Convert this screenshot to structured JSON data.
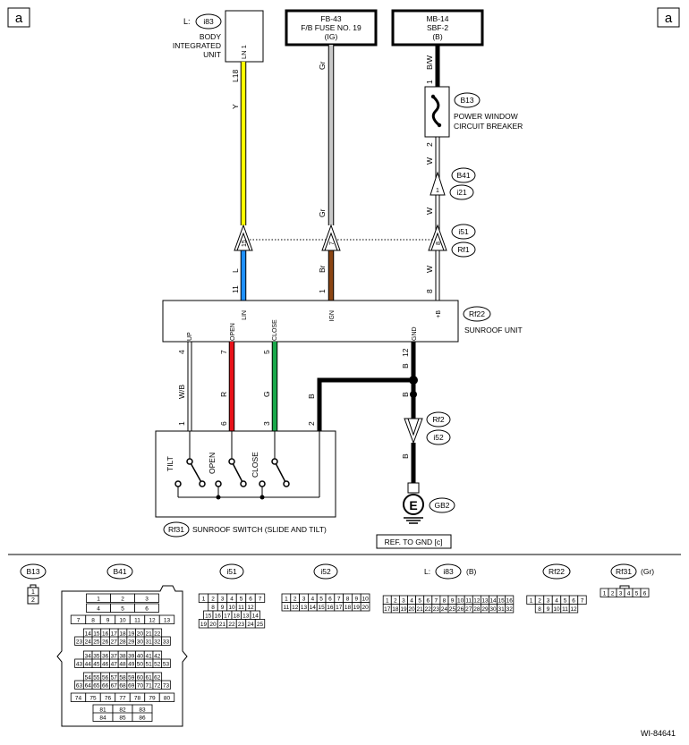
{
  "corner_label": "a",
  "top_boxes": {
    "i83_prefix": "L:",
    "i83_id": "i83",
    "body_unit": [
      "BODY",
      "INTEGRATED",
      "UNIT"
    ],
    "ln1": "LN 1",
    "fb43": [
      "FB-43",
      "F/B FUSE NO. 19",
      "(IG)"
    ],
    "mb14": [
      "MB-14",
      "SBF-2",
      "(B)"
    ]
  },
  "wires": {
    "yellow": {
      "pin_top": "L18",
      "color": "Y",
      "pin_bottom": "15",
      "lower_color": "L",
      "lower_pin": "11",
      "terminal": "LIN"
    },
    "gray": {
      "top_color": "Gr",
      "mid_color": "Gr",
      "pin": "7",
      "lower_color": "Br",
      "lower_pin": "1",
      "terminal": "IGN"
    },
    "breaker_side": {
      "top_pin": "1",
      "top_color": "B/W",
      "pin2": "2",
      "w1": "W",
      "conn_pin": "1",
      "w2": "W",
      "pin8": "8",
      "w3": "W",
      "lower_pin": "8",
      "terminal": "+B"
    }
  },
  "components": {
    "b13": "B13",
    "breaker_label": [
      "POWER WINDOW",
      "CIRCUIT BREAKER"
    ],
    "b41": "B41",
    "i21": "i21",
    "i51": "i51",
    "rf1": "Rf1",
    "rf22": "Rf22",
    "sunroof_unit": "SUNROOF UNIT",
    "rf2": "Rf2",
    "i52": "i52",
    "gb2": "GB2",
    "ground_symbol": "E",
    "ref_gnd": "REF. TO GND [c]",
    "rf31": "Rf31",
    "switch_label": "SUNROOF SWITCH (SLIDE AND TILT)"
  },
  "unit_terminals": {
    "up": "UP",
    "open": "OPEN",
    "close": "CLOSE",
    "gnd": "GND"
  },
  "lower_wires": {
    "up": {
      "pin_top": "4",
      "color": "W/B",
      "pin_bottom": "1"
    },
    "open": {
      "pin_top": "7",
      "color": "R",
      "pin_bottom": "6"
    },
    "close": {
      "pin_top": "5",
      "color": "G",
      "pin_bottom": "3"
    },
    "gnd": {
      "pin_top": "12",
      "color_top": "B",
      "color_branch": "B",
      "pin_bottom": "2",
      "color_gnd": "B"
    }
  },
  "switch_contacts": {
    "tilt": "TILT",
    "open": "OPEN",
    "close": "CLOSE"
  },
  "connectors": {
    "b13": {
      "label": "B13",
      "pins": [
        "1",
        "2"
      ]
    },
    "b41": {
      "label": "B41",
      "rows": [
        [
          "1",
          "2",
          "3"
        ],
        [
          "4",
          "5",
          "6"
        ],
        [
          "7",
          "8",
          "9",
          "10",
          "11",
          "12",
          "13"
        ],
        [
          "14",
          "15",
          "16",
          "17",
          "18",
          "19",
          "20",
          "21",
          "22"
        ],
        [
          "23",
          "24",
          "25",
          "26",
          "27",
          "28",
          "29",
          "30",
          "31",
          "32",
          "33"
        ],
        [
          "34",
          "35",
          "36",
          "37",
          "38",
          "39",
          "40",
          "41",
          "42"
        ],
        [
          "43",
          "44",
          "45",
          "46",
          "47",
          "48",
          "49",
          "50",
          "51",
          "52",
          "53"
        ],
        [
          "54",
          "55",
          "56",
          "57",
          "58",
          "59",
          "60",
          "61",
          "62"
        ],
        [
          "63",
          "64",
          "65",
          "66",
          "67",
          "68",
          "69",
          "70",
          "71",
          "72",
          "73"
        ],
        [
          "74",
          "75",
          "76",
          "77",
          "78",
          "79",
          "80"
        ],
        [
          "81",
          "82",
          "83"
        ],
        [
          "84",
          "85",
          "86"
        ]
      ]
    },
    "i51": {
      "label": "i51",
      "rows": [
        [
          "1",
          "2",
          "3",
          "4",
          "5",
          "6",
          "7"
        ],
        [
          "8",
          "9",
          "10",
          "11",
          "12"
        ],
        [
          "15",
          "16",
          "17",
          "18",
          "13",
          "14"
        ],
        [
          "19",
          "20",
          "21",
          "22",
          "23",
          "24",
          "25"
        ]
      ]
    },
    "i52": {
      "label": "i52",
      "rows": [
        [
          "1",
          "2",
          "3",
          "4",
          "5",
          "6",
          "7",
          "8",
          "9",
          "10"
        ],
        [
          "11",
          "12",
          "13",
          "14",
          "15",
          "16",
          "17",
          "18",
          "19",
          "20"
        ]
      ]
    },
    "i83": {
      "prefix": "L:",
      "label": "i83",
      "suffix": "(B)",
      "rows": [
        [
          "1",
          "2",
          "3",
          "4",
          "5",
          "6",
          "7",
          "8",
          "9",
          "10",
          "11",
          "12",
          "13",
          "14",
          "15",
          "16"
        ],
        [
          "17",
          "18",
          "19",
          "20",
          "21",
          "22",
          "23",
          "24",
          "25",
          "26",
          "27",
          "28",
          "29",
          "30",
          "31",
          "32"
        ]
      ]
    },
    "rf22": {
      "label": "Rf22",
      "rows": [
        [
          "1",
          "2",
          "3",
          "4",
          "5",
          "6",
          "7"
        ],
        [
          "8",
          "9",
          "10",
          "11",
          "12"
        ]
      ]
    },
    "rf31": {
      "label": "Rf31",
      "suffix": "(Gr)",
      "pins": [
        "1",
        "2",
        "3",
        "4",
        "5",
        "6"
      ]
    }
  },
  "figure_id": "WI-84641",
  "colors": {
    "yellow": "#ffff00",
    "blue": "#1e90ff",
    "gray": "#c8c8c8",
    "brown": "#8b4513",
    "red": "#e8121a",
    "green": "#19a84a",
    "black": "#000000"
  }
}
